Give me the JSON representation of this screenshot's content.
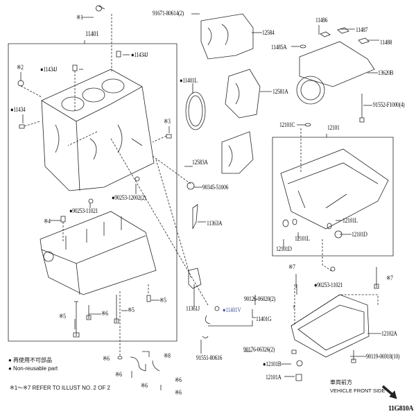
{
  "labels": {
    "ref1": "※1",
    "bolt_91671": "91671-80614(2)",
    "block_11401": "11401",
    "cover_12584": "12584",
    "p11486": "11486",
    "p11487": "11487",
    "p11485A": "11485A",
    "p11488": "11488",
    "pin_11434J_a": "●11434J",
    "ref2": "※2",
    "pin_11434J_b": "●11434J",
    "seal_11401L": "●11401L",
    "balancer_13620B": "13620B",
    "cover_12581A": "12581A",
    "bolt_91552": "91552-F1000(4)",
    "pin_11434": "●11434",
    "ref3": "※3",
    "ring_12101C": "12101C",
    "oilpan_12101": "12101",
    "cover_12583A": "12583A",
    "plug_90345": "90345-51006",
    "plug_90253_12002": "●90253-12002(2)",
    "plug_90253_11021_a": "●90253-11021",
    "plate_11363A": "11363A",
    "ref4": "※4",
    "p12101L_a": "12101L",
    "p12101L_b": "12101L",
    "p12101D_a": "12101D",
    "p12101D_b": "12101D",
    "ref7_a": "※7",
    "ref7_b": "※7",
    "plug_90253_11021_b": "●90253-11021",
    "ref5_a": "※5",
    "p11361J": "11361J",
    "ref5_b": "※5",
    "ref6_a": "※6",
    "ref5_c": "※5",
    "stud_90126": "90126-06020(2)",
    "p11401V": "●11401V",
    "p11401G": "11401G",
    "pan_12102A": "12102A",
    "nut_90176": "90176-06326(2)",
    "bolt_91551": "91551-80616",
    "bolt_90119": "90119-06918(10)",
    "ref8": "※8",
    "ref6_b": "※6",
    "gasket_12101B": "●12101B",
    "ref6_c": "※6",
    "ref6_d": "※6",
    "ref6_e": "※6",
    "ref6_f": "※6",
    "plug_12101A": "12101A"
  },
  "legend": {
    "nonreusable_jp": "● 再使用不可部品",
    "nonreusable_en": "● Non-reusable part",
    "refer_note": "※1～※7  REFER TO ILLUST NO. 2 OF 2"
  },
  "direction": {
    "jp": "車両前方",
    "en": "VEHICLE FRONT SIDE",
    "icon": "arrow-down-right-icon"
  },
  "illustration_code": "11G810A",
  "colors": {
    "line": "#222222",
    "link_label": "#4a5a9a"
  }
}
